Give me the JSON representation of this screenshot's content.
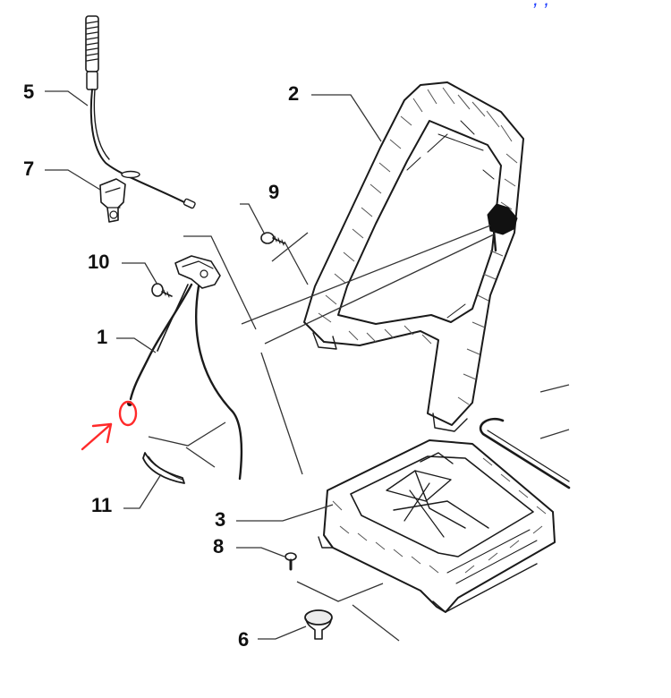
{
  "diagram": {
    "corner_text": ", ,",
    "part_labels": {
      "p1": "1",
      "p2": "2",
      "p3": "3",
      "p5": "5",
      "p6": "6",
      "p7": "7",
      "p8": "8",
      "p9": "9",
      "p10": "10",
      "p11": "11"
    },
    "colors": {
      "line": "#1a1a1a",
      "annotation": "#ff2a2a",
      "corner_text": "#1f3fff",
      "background": "#ffffff"
    }
  }
}
